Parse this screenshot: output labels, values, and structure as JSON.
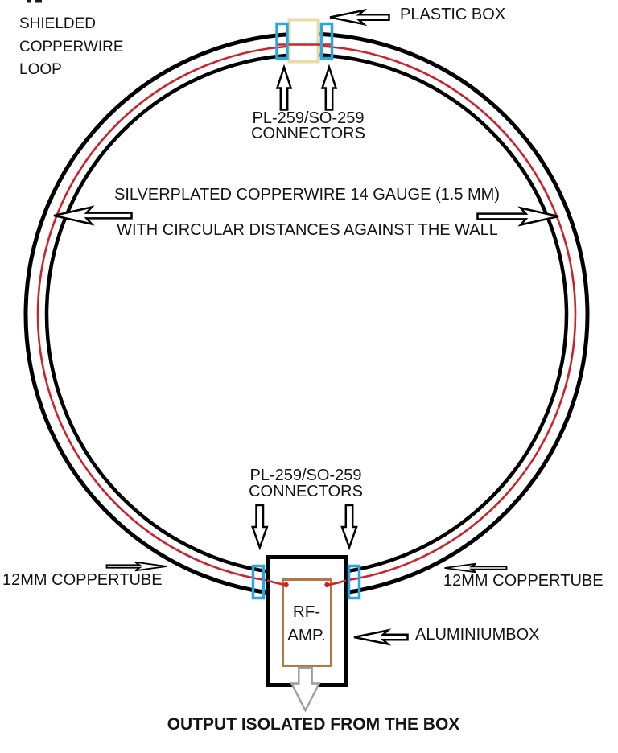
{
  "colors": {
    "line_black": "#000000",
    "wire_red": "#cc2229",
    "connector_blue": "#2ba7e0",
    "plastic_tan": "#e8dca4",
    "amp_brown": "#b5773e",
    "output_gray": "#9c9c9c"
  },
  "labels": {
    "loop": {
      "line1": "SHIELDED",
      "line2": "COPPERWIRE",
      "line3": "LOOP"
    },
    "plastic_box": "PLASTIC BOX",
    "top_connectors": {
      "line1": "PL-259/SO-259",
      "line2": "CONNECTORS"
    },
    "wire_spec": {
      "line1": "SILVERPLATED COPPERWIRE 14 GAUGE (1.5 MM)",
      "line2": "WITH CIRCULAR DISTANCES AGAINST THE WALL"
    },
    "bottom_connectors": {
      "line1": "PL-259/SO-259",
      "line2": "CONNECTORS"
    },
    "left_tube": "12MM COPPERTUBE",
    "right_tube": "12MM COPPERTUBE",
    "rf_amp": {
      "line1": "RF-",
      "line2": "AMP."
    },
    "aluminium_box": "ALUMINIUMBOX",
    "output": "OUTPUT ISOLATED FROM THE BOX"
  }
}
